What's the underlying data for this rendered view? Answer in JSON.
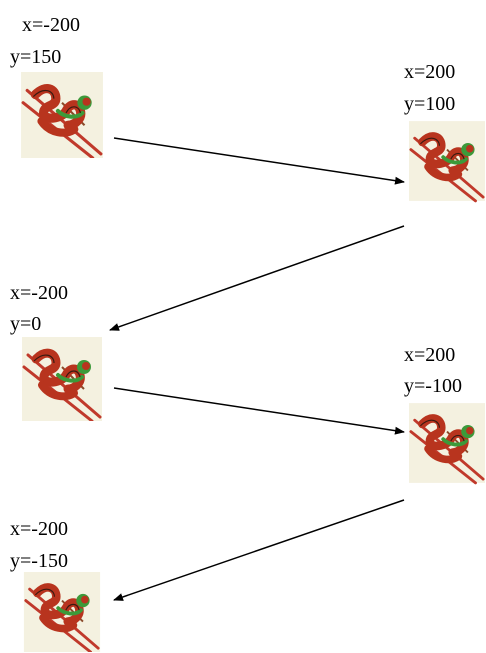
{
  "positions": [
    {
      "x_label": "x=-200",
      "y_label": "y=150",
      "icon": "skier-icon"
    },
    {
      "x_label": "x=200",
      "y_label": "y=100",
      "icon": "skier-icon"
    },
    {
      "x_label": "x=-200",
      "y_label": "y=0",
      "icon": "skier-icon"
    },
    {
      "x_label": "x=200",
      "y_label": "y=-100",
      "icon": "skier-icon"
    },
    {
      "x_label": "x=-200",
      "y_label": "y=-150",
      "icon": "skier-icon"
    }
  ],
  "colors": {
    "tile_background": "#f4f1e0",
    "skier_body": "#b8341e",
    "skier_accent": "#3c9a3a",
    "skis": "#c0392b",
    "arrow": "#000000"
  }
}
